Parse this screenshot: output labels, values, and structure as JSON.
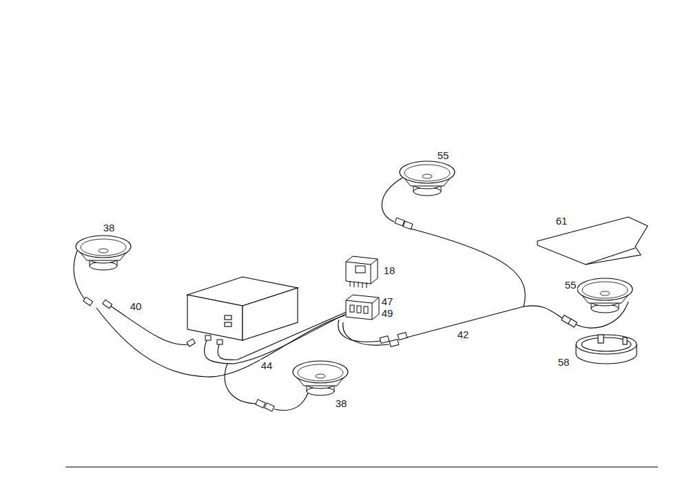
{
  "diagram": {
    "labels": [
      "55",
      "38",
      "61",
      "18",
      "55",
      "40",
      "47",
      "49",
      "42",
      "44",
      "58",
      "38"
    ]
  }
}
